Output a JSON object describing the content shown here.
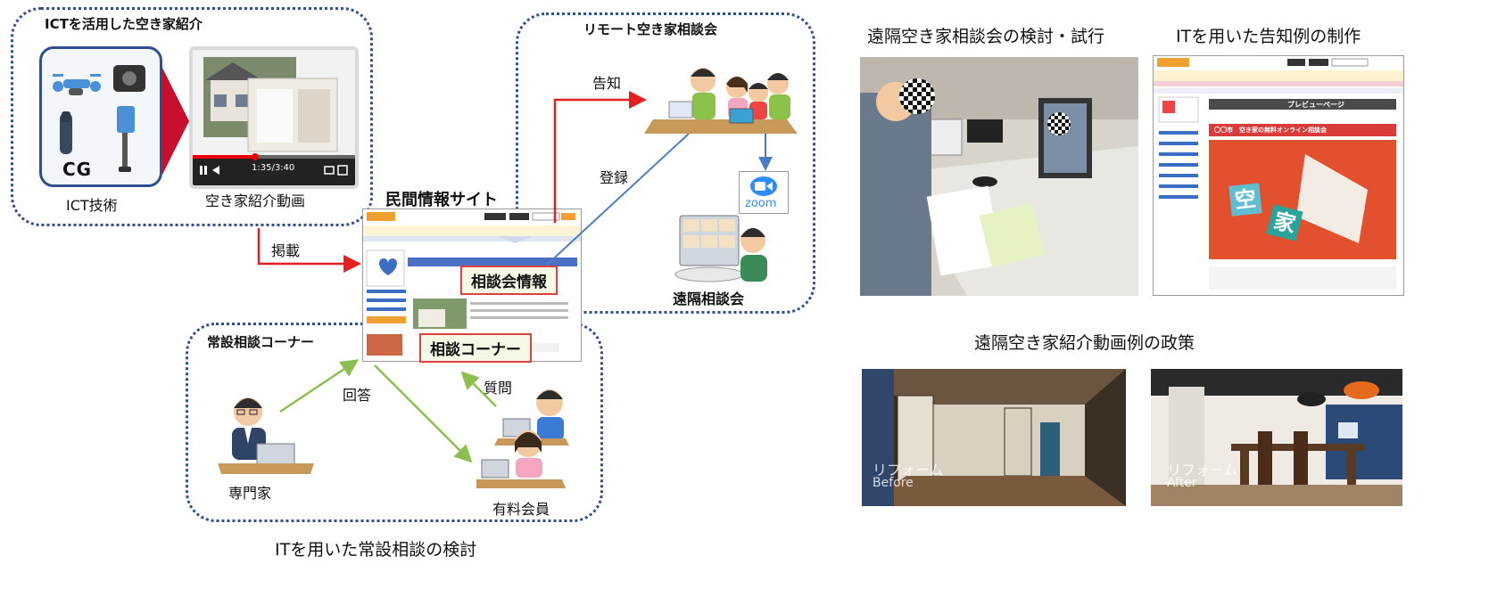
{
  "ict_box": {
    "title": "ICTを活用した空き家紹介",
    "tech_label": "ICT技術",
    "cg_label": "CG",
    "video_label": "空き家紹介動画",
    "video_time": "1:35/3:40"
  },
  "remote_box": {
    "title": "リモート空き家相談会",
    "notice_label": "告知",
    "register_label": "登録",
    "session_label": "遠隔相談会",
    "zoom_label": "zoom"
  },
  "site": {
    "title": "民間情報サイト",
    "post_label": "掲載",
    "info_tag": "相談会情報",
    "corner_tag": "相談コーナー"
  },
  "corner_box": {
    "title": "常設相談コーナー",
    "answer_label": "回答",
    "question_label": "質問",
    "expert_label": "専門家",
    "member_label": "有料会員"
  },
  "bottom_caption": "ITを用いた常設相談の検討",
  "right": {
    "caption_trial": "遠隔空き家相談会の検討・試行",
    "caption_notice": "ITを用いた告知例の制作",
    "caption_video": "遠隔空き家紹介動画例の政策",
    "preview_header": "プレビューページ",
    "preview_banner": "〇〇市　空き家の無料オンライン相談会",
    "tile1": "空",
    "tile2": "家",
    "reform": "リフォーム",
    "before": "Before",
    "after": "After"
  },
  "colors": {
    "frame": "#2f4f8f",
    "red_arrow": "#e41f1f",
    "blue_arrow": "#4a7cc4",
    "green_arrow": "#8cbf4e",
    "site_orange": "#f0a030"
  }
}
